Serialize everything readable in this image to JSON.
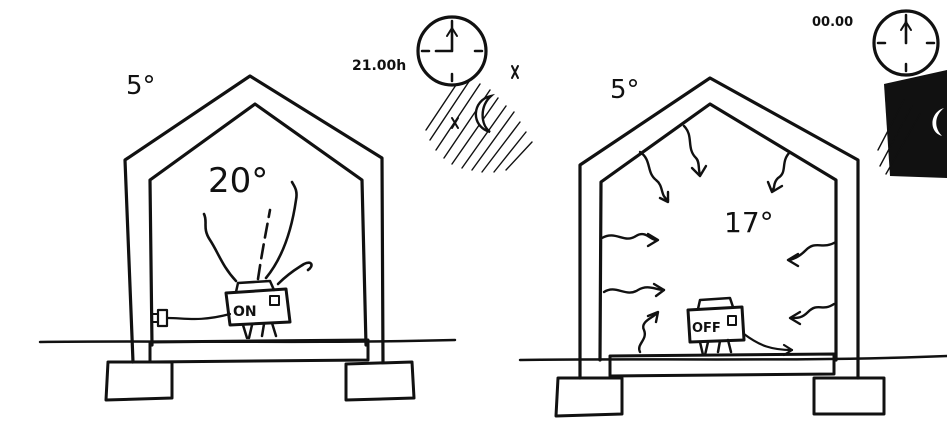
{
  "panels": [
    {
      "outside_temp": "5°",
      "inside_temp": "20°",
      "clock_time": "21.00h",
      "heater_label": "ON"
    },
    {
      "outside_temp": "5°",
      "inside_temp": "17°",
      "clock_time": "00.00",
      "heater_label": "OFF"
    }
  ],
  "colors": {
    "ink": "#111111",
    "paper": "#ffffff"
  },
  "icons": [
    "clock-icon",
    "moon-icon",
    "heater-icon",
    "plug-icon"
  ]
}
